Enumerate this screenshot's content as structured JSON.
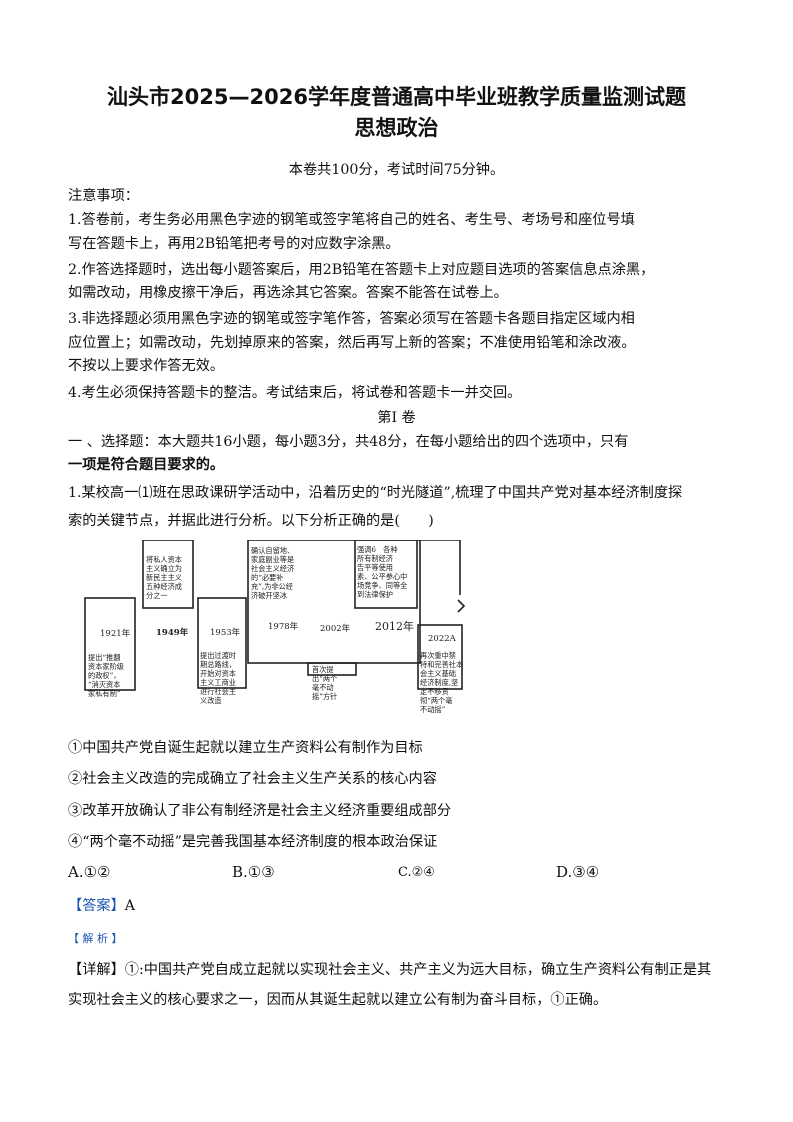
{
  "title": "汕头市2025—2026学年度普通高中毕业班教学质量监测试题",
  "subject": "思想政治",
  "exam_info": "本卷共100分，考试时间75分钟。",
  "notice_heading": "注意事项：",
  "notices": [
    [
      "1.答卷前，考生务必用黑色字迹的钢笔或签字笔将自己的姓名、考生号、考场号和座位号填",
      "写在答题卡上，再用2B铅笔把考号的对应数字涂黑。"
    ],
    [
      "2.作答选择题时，选出每小题答案后，用2B铅笔在答题卡上对应题目选项的答案信息点涂黑，",
      "如需改动，用橡皮擦干净后，再选涂其它答案。答案不能答在试卷上。"
    ],
    [
      "3.非选择题必须用黑色字迹的钢笔或签字笔作答，答案必须写在答题卡各题目指定区域内相",
      "应位置上；如需改动，先划掉原来的答案，然后再写上新的答案；不准使用铅笔和涂改液。",
      "不按以上要求作答无效。"
    ],
    [
      "4.考生必须保持答题卡的整洁。考试结束后，将试卷和答题卡一并交回。"
    ]
  ],
  "volume": "第I 卷",
  "section": {
    "line1": "一 、选择题：本大题共16小题，每小题3分，共48分，在每小题给出的四个选项中，只有",
    "line2": "一项是符合题目要求的。"
  },
  "question1": {
    "stem": [
      "1.某校高一⑴班在思政课研学活动中，沿着历史的“时光隧道”,梳理了中国共产党对基本经济制度探",
      "索的关键节点，并据此进行分析。以下分析正确的是(　　)"
    ],
    "diagram": {
      "years": [
        "1921年",
        "1949年",
        "1953年",
        "1978年",
        "2002年",
        "2012年",
        "2022A"
      ],
      "notes": {
        "n1921": [
          "提出“推翻",
          "资本家阶级",
          "的政权”，",
          "“消灭资本",
          "家私有制”"
        ],
        "n1949": [
          "将私人资本",
          "主义确立为",
          "新民主主义",
          "五种经济成",
          "分之一"
        ],
        "n1953": [
          "提出过渡时",
          "期总路线，",
          "开始对资本",
          "主义工商业",
          "进行社会主",
          "义改造"
        ],
        "n1978": [
          "确认自留地、",
          "家庭副业等是",
          "社会主义经济",
          "的“必要补",
          "充”,为非公经",
          "济破开坚冰"
        ],
        "n2002": [
          "首次提",
          "出“两个",
          "毫不动",
          "摇”方针"
        ],
        "n2012": [
          "强调6　各种",
          "所有制经济",
          "告平等使用",
          "素、公平参心中",
          "场竞争、同等全",
          "到法律保护"
        ],
        "n2022": [
          "再次重中禁",
          "特和完善社本",
          "会主义基础",
          "经济制度,坚",
          "定不移贯",
          "彻“两个毫",
          "不动摇”"
        ]
      }
    },
    "statements": [
      "①中国共产党自诞生起就以建立生产资料公有制作为目标",
      "②社会主义改造的完成确立了社会主义生产关系的核心内容",
      "③改革开放确认了非公有制经济是社会主义经济重要组成部分",
      "④“两个毫不动摇”是完善我国基本经济制度的根本政治保证"
    ],
    "choices": [
      "A.①②",
      "B.①③",
      "C.②④",
      "D.③④"
    ],
    "answer_label": "【答案】",
    "answer": "A",
    "analysis_label": "【 解 析 】",
    "detail": [
      "【详解】①:中国共产党自成立起就以实现社会主义、共产主义为远大目标，确立生产资料公有制正是其",
      "实现社会主义的核心要求之一，因而从其诞生起就以建立公有制为奋斗目标，①正确。"
    ]
  }
}
